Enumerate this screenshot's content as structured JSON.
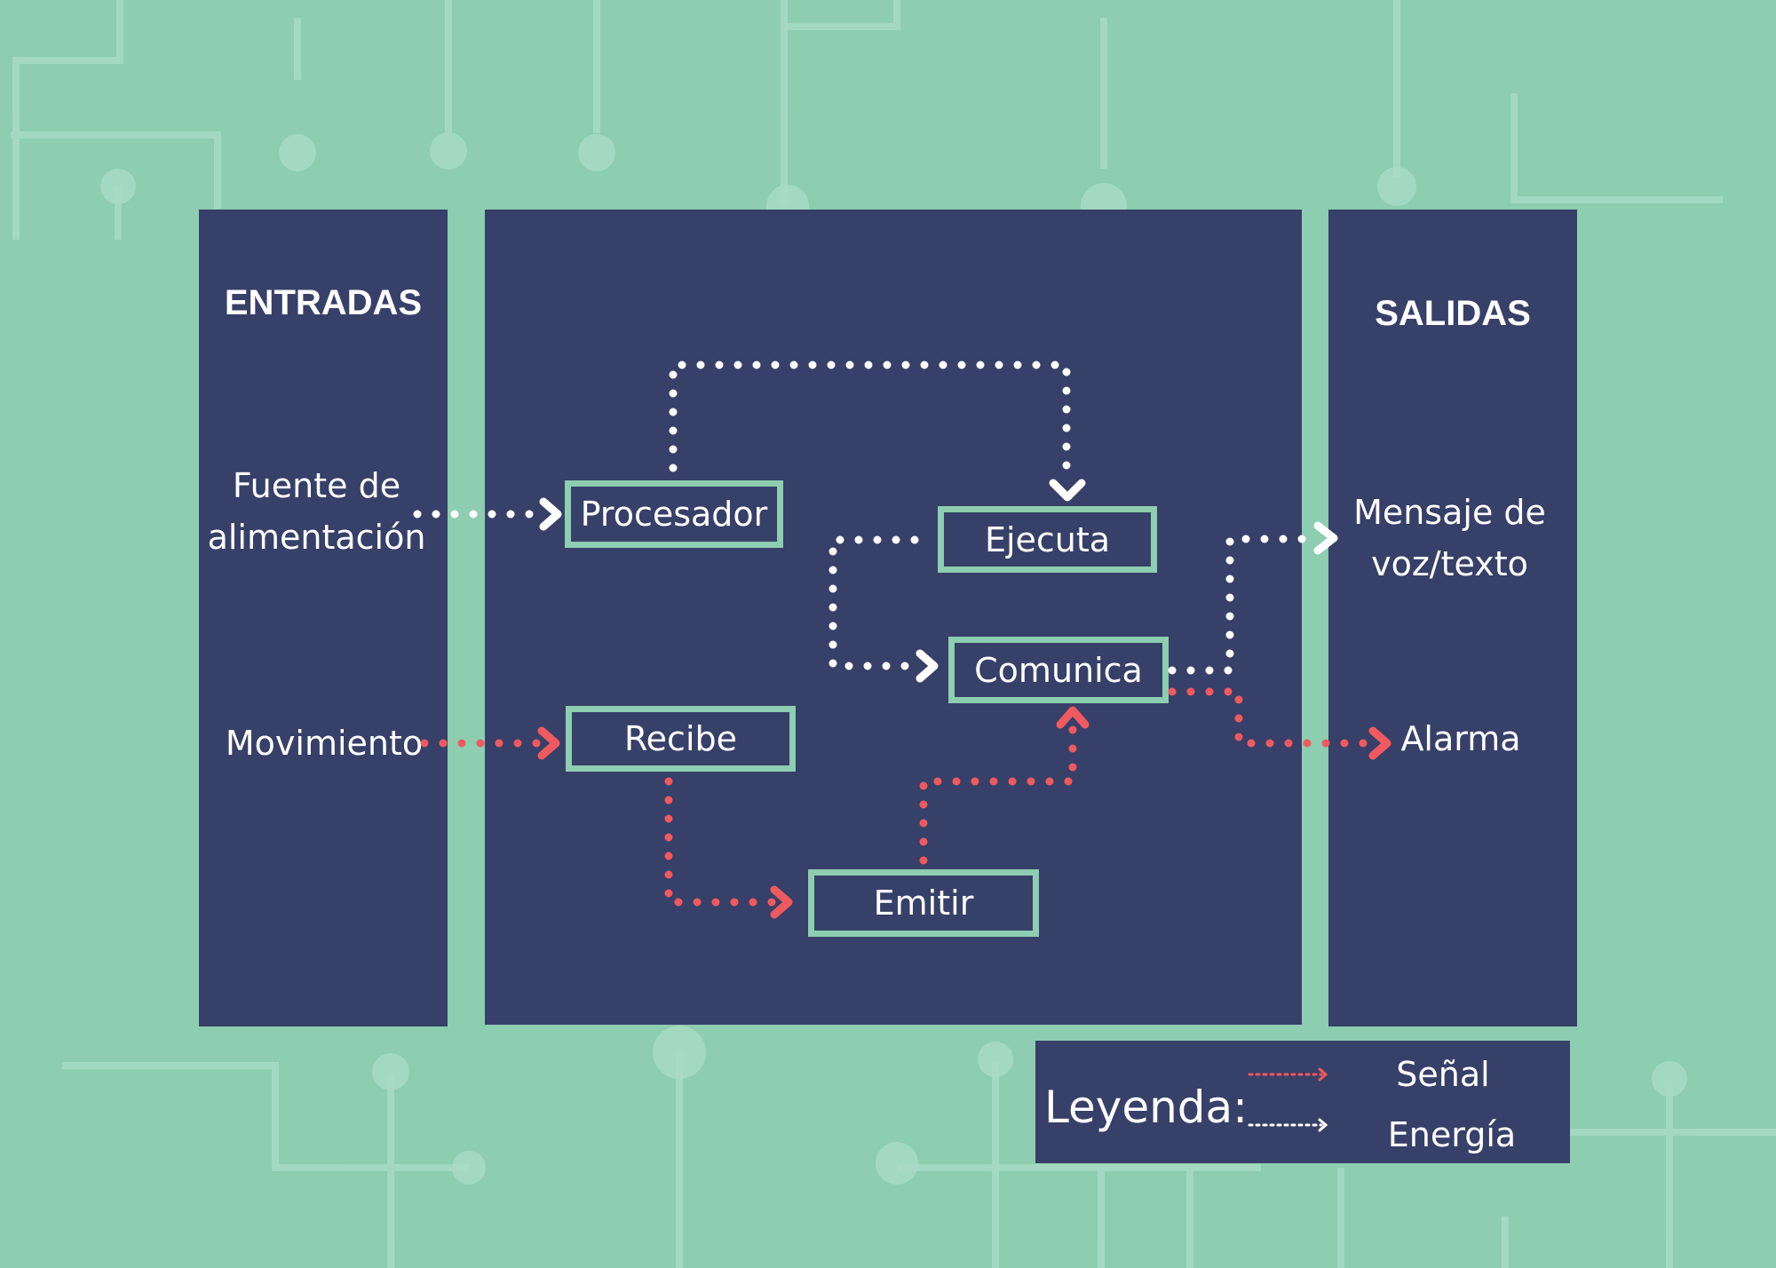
{
  "colors": {
    "background": "#8dcdb0",
    "panel": "#374068",
    "energy_arrow": "#ffffff",
    "signal_arrow": "#f05a5f",
    "box_border": "#8dcdb0"
  },
  "inputs": {
    "heading": "ENTRADAS",
    "items": [
      "Fuente de\nalimentación",
      "Movimiento"
    ]
  },
  "process": {
    "boxes": [
      "Procesador",
      "Ejecuta",
      "Comunica",
      "Recibe",
      "Emitir"
    ]
  },
  "outputs": {
    "heading": "SALIDAS",
    "items": [
      "Mensaje de\nvoz/texto",
      "Alarma"
    ]
  },
  "legend": {
    "title": "Leyenda:",
    "signal_label": "Señal",
    "energy_label": "Energía"
  },
  "flows": [
    {
      "from": "Fuente de alimentación",
      "to": "Procesador",
      "type": "energy"
    },
    {
      "from": "Procesador",
      "to": "Ejecuta",
      "type": "energy"
    },
    {
      "from": "Ejecuta",
      "to": "Comunica",
      "type": "energy"
    },
    {
      "from": "Comunica",
      "to": "Mensaje de voz/texto",
      "type": "energy"
    },
    {
      "from": "Movimiento",
      "to": "Recibe",
      "type": "signal"
    },
    {
      "from": "Recibe",
      "to": "Emitir",
      "type": "signal"
    },
    {
      "from": "Emitir",
      "to": "Comunica",
      "type": "signal"
    },
    {
      "from": "Comunica",
      "to": "Alarma",
      "type": "signal"
    }
  ]
}
